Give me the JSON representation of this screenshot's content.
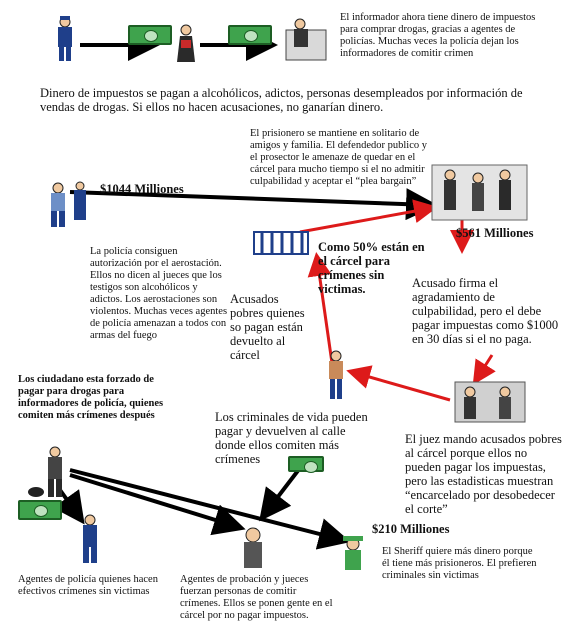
{
  "top": {
    "informer_note": "El informador ahora tiene dinero de impuestos para comprar drogas, gracias a agentes de policías. Muchas veces la policía dejan los informadores de comitir crimen",
    "headline": "Dinero de impuestos se pagan a alcohólicos, adictos, personas desempleados por información de vendas de drogas.  Si ellos no hacen acusaciones, no ganarían dinero."
  },
  "middle": {
    "prisoner_note": "El prisionero se mantiene en solitario de amigos y familia.  El defendedor publico y el prosector le amenaze de quedar en el cárcel para mucho tiempo si el no admitir culpabilidad y aceptar el “plea bargain”",
    "amount_1044": "$1044 Milliones",
    "amount_561": "$561 Milliones",
    "police_note": "La policía consiguen autorización por el aerostación. Ellos no dicen al jueces que los testigos son alcohólicos y adictos.  Los aerostaciones son violentos.  Muchas veces agentes de policía amenazan a todos con armas del fuego",
    "jail_stat": "Como 50% están en el cárcel para crímenes sin victimas.",
    "poor_accused": "Acusados pobres quienes so pagan están devuelto al cárcel",
    "signs_plea": "Acusado firma el agradamiento de culpabilidad, pero el debe pagar impuestas como $1000 en 30 días si el no paga."
  },
  "lower": {
    "citizen_forced": "Los ciudadano esta forzado de pagar para drogas para informadores de policía, quienes comiten más crímenes después",
    "criminals_return": "Los criminales de vida pueden pagar y devuelven al calle donde ellos comiten más crímenes",
    "judge_note": "El juez mando acusados pobres al cárcel porque ellos no pueden pagar los impuestas, pero las estadisticas muestran “encarcelado por desobedecer el corte”",
    "amount_210": "$210 Milliones",
    "police_agents": "Agentes de policía quienes hacen efectivos crímenes sin victimas",
    "probation_agents": "Agentes de probación y jueces fuerzan personas de comitir crímenes.  Ellos se ponen gente en el cárcel por no pagar impuestos.",
    "sheriff_note": "El Sheriff quiere más dinero porque él tiene más prisioneros.  El prefieren criminales sin victimas"
  },
  "colors": {
    "black_arrow": "#000000",
    "red_arrow": "#dd1a1a",
    "money": "#3fa34d"
  }
}
